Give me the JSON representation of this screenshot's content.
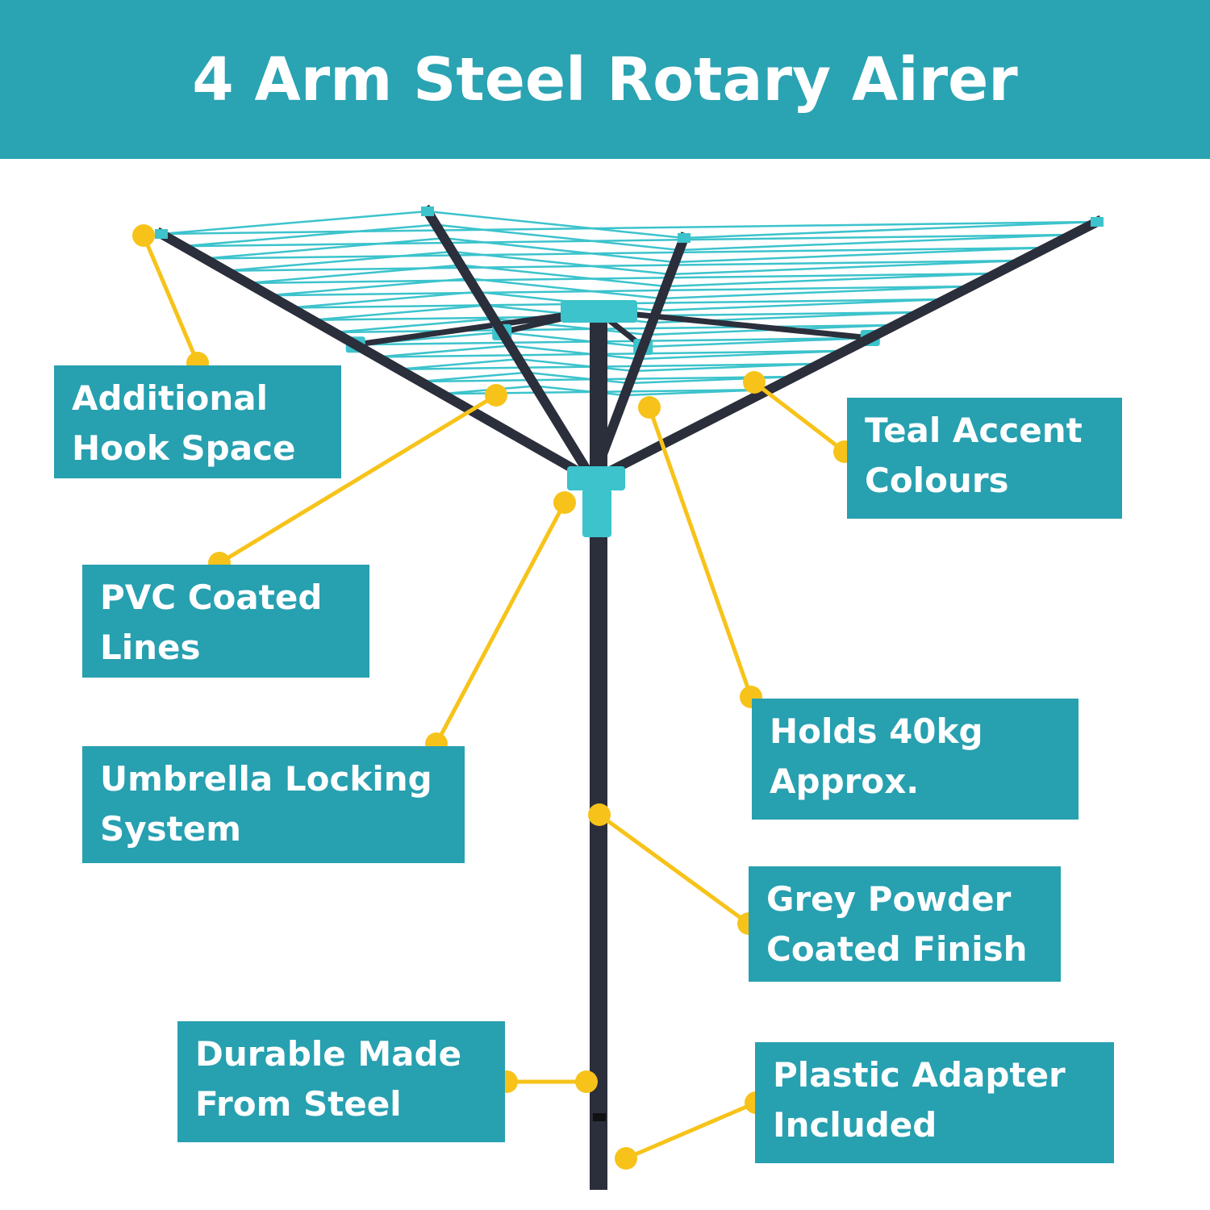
{
  "title": "4 Arm Steel Rotary Airer",
  "colors": {
    "teal": "#2aa3b3",
    "yellow": "#f7c31a",
    "pole": "#2b2e3b",
    "line": "#3cc3cc"
  },
  "callouts": [
    {
      "id": "hook",
      "lines": [
        "Additional",
        "Hook Space"
      ]
    },
    {
      "id": "pvc",
      "lines": [
        "PVC Coated",
        "Lines"
      ]
    },
    {
      "id": "lock",
      "lines": [
        "Umbrella Locking",
        "System"
      ]
    },
    {
      "id": "steel",
      "lines": [
        "Durable Made",
        "From Steel"
      ]
    },
    {
      "id": "teal",
      "lines": [
        "Teal Accent",
        "Colours"
      ]
    },
    {
      "id": "weight",
      "lines": [
        "Holds 40kg",
        "Approx."
      ]
    },
    {
      "id": "finish",
      "lines": [
        "Grey Powder",
        "Coated Finish"
      ]
    },
    {
      "id": "adapter",
      "lines": [
        "Plastic Adapter",
        "Included"
      ]
    }
  ]
}
